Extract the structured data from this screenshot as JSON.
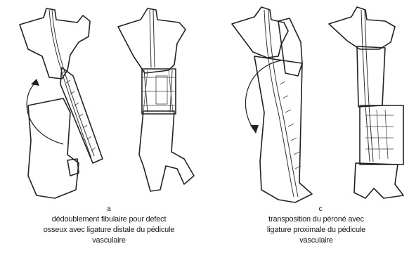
{
  "panels": [
    {
      "letter": "a",
      "caption_lines": [
        "dédoublement fibulaire pour defect",
        "osseux avec ligature distale du pédicule",
        "vasculaire"
      ]
    },
    {
      "letter": "c",
      "caption_lines": [
        "transposition du péroné avec",
        "ligature proximale du pédicule",
        "vasculaire"
      ]
    }
  ]
}
